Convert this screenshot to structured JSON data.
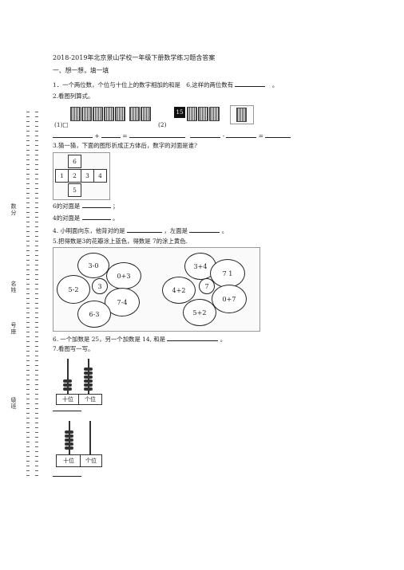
{
  "title": "2018-2019年北京景山学校一年级下册数学练习题含答案",
  "section1": "一、想一想，填一填",
  "q1": {
    "text": "1．一个两位数，个位与十位上的数字相加的和是　6,这样的两位数有",
    "tail": "。"
  },
  "q2": {
    "text": "2.看图列算式。",
    "label1": "(1)□",
    "label2": "(2)",
    "box_number": "15",
    "plus": "+",
    "eq1": "=",
    "minus": "-",
    "eq2": "="
  },
  "q3": {
    "text": "3.猜一猜，下面的图形折成正方体后，数字的对面是谁?",
    "net": [
      "6",
      "1",
      "2",
      "3",
      "4",
      "5"
    ],
    "a1": "6的对面是",
    "a1_tail": "；",
    "a2": "4的对面是",
    "a2_tail": "。"
  },
  "q4": {
    "text": "4. 小明面向东，他背对的是",
    "mid": "，左面是",
    "tail": "。"
  },
  "q5": {
    "text": "5.把得数是3的花瓣涂上蓝色，得数是 7的涂上黄色.",
    "flower1": {
      "center": "3",
      "petals": [
        "3-0",
        "0+3",
        "7-4",
        "6-3",
        "5-2"
      ]
    },
    "flower2": {
      "center": "7",
      "petals": [
        "3+4",
        "7 1",
        "0+7",
        "5+2",
        "4+2"
      ]
    }
  },
  "q6": {
    "text": "6.  一个加数是 25，另一个加数是 14, 和是",
    "tail": "。"
  },
  "q7": {
    "text": "7.看图写一写。",
    "place1": [
      "十位",
      "个位"
    ],
    "place2": [
      "十位",
      "个位"
    ]
  },
  "margin": {
    "chars1": [
      "数",
      "分"
    ],
    "chars2": [
      "名",
      "姓"
    ],
    "chars3": [
      "号",
      "座"
    ],
    "chars4": [
      "级",
      "班"
    ]
  }
}
